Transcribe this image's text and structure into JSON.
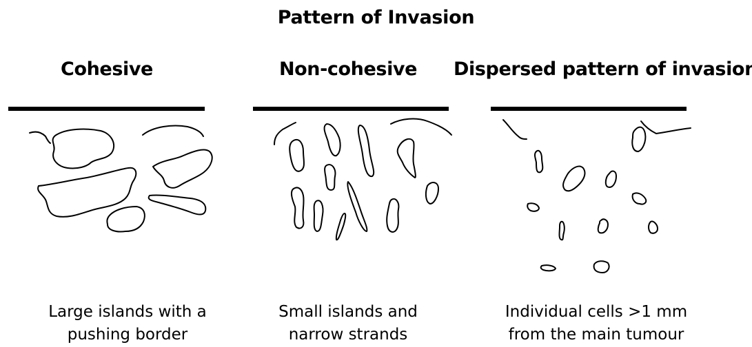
{
  "figure": {
    "title": "Pattern of Invasion"
  },
  "panels": [
    {
      "heading": "Cohesive",
      "caption_line1": "Large islands with a",
      "caption_line2": "pushing border"
    },
    {
      "heading": "Non-cohesive",
      "caption_line1": "Small islands and",
      "caption_line2": "narrow strands"
    },
    {
      "heading": "Dispersed pattern of invasion",
      "caption_line1": "Individual cells >1 mm",
      "caption_line2": "from the main tumour"
    }
  ]
}
